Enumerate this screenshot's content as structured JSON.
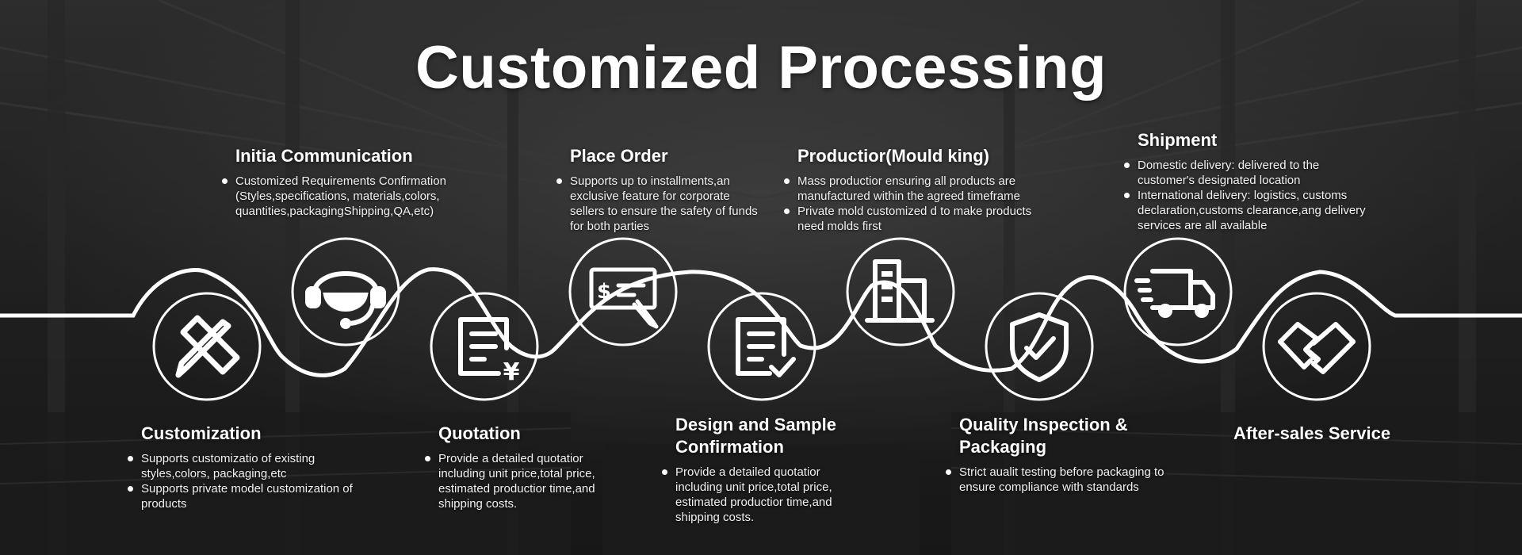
{
  "title": "Customized Processing",
  "steps": [
    {
      "title": "Customization",
      "icon": "ruler-pencil-icon",
      "bullets": [
        "Supports customizatio of existing styles,colors, packaging,etc",
        "Supports private model customization of products"
      ]
    },
    {
      "title": "Initia Communication",
      "icon": "customer-service-headset-icon",
      "bullets": [
        "Customized Requirements Confirmation (Styles,specifications, materials,colors, quantities,packagingShipping,QA,etc)"
      ]
    },
    {
      "title": "Quotation",
      "icon": "yen-document-icon",
      "bullets": [
        "Provide a detailed quotatior including unit price,total price, estimated productior time,and shipping costs."
      ]
    },
    {
      "title": "Place Order",
      "icon": "check-pen-icon",
      "bullets": [
        "Supports up to installments,an exclusive feature for corporate sellers to ensure the safety of funds for both parties"
      ]
    },
    {
      "title": "Design and Sample Confirmation",
      "icon": "document-check-icon",
      "bullets": [
        "Provide a detailed quotatior including unit price,total price, estimated productior time,and shipping costs."
      ]
    },
    {
      "title": "Productior(Mould king)",
      "icon": "factory-building-icon",
      "bullets": [
        "Mass productior ensuring all products are manufactured within the agreed timeframe",
        "Private mold customized d to make products need molds first"
      ]
    },
    {
      "title": "Quality Inspection & Packaging",
      "icon": "shield-check-icon",
      "bullets": [
        "Strict aualit testing before packaging to ensure compliance with standards"
      ]
    },
    {
      "title": "Shipment",
      "icon": "delivery-truck-icon",
      "bullets": [
        "Domestic delivery: delivered to the customer's designated location",
        "International delivery: logistics, customs declaration,customs clearance,ang delivery services are all available"
      ]
    },
    {
      "title": "After-sales Service",
      "icon": "handshake-icon",
      "bullets": []
    }
  ]
}
